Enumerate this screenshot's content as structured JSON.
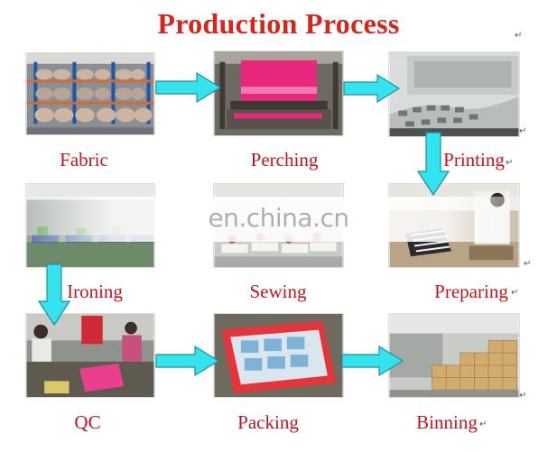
{
  "title": "Production Process",
  "watermark": "en.china.cn",
  "steps": [
    {
      "label": "Fabric"
    },
    {
      "label": "Perching"
    },
    {
      "label": "Printing"
    },
    {
      "label": "Ironing"
    },
    {
      "label": "Sewing"
    },
    {
      "label": "Preparing"
    },
    {
      "label": "QC"
    },
    {
      "label": "Packing"
    },
    {
      "label": "Binning"
    }
  ],
  "colors": {
    "title": "#d6261c",
    "label": "#c0161b",
    "arrow": "#35e3ef",
    "arrow_stroke": "#1f8ea0"
  }
}
